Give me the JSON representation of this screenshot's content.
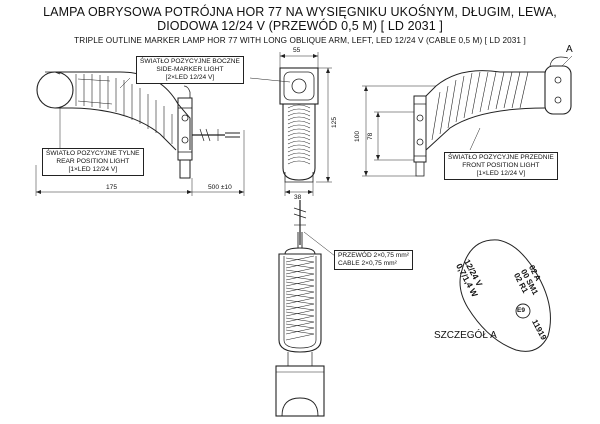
{
  "title": {
    "line1": "LAMPA OBRYSOWA POTRÓJNA HOR 77 NA WYSIĘGNIKU UKOŚNYM, DŁUGIM, LEWA,",
    "line2": "DIODOWA 12/24 V (PRZEWÓD 0,5 M) [ LD 2031 ]",
    "line3": "TRIPLE OUTLINE MARKER LAMP HOR 77 WITH LONG OBLIQUE ARM, LEFT, LED 12/24 V (CABLE 0,5 M) [ LD 2031 ]"
  },
  "labels": {
    "side_marker": [
      "ŚWIATŁO POZYCYJNE BOCZNE",
      "SIDE-MARKER LIGHT",
      "[2×LED 12/24 V]"
    ],
    "rear_position": [
      "ŚWIATŁO POZYCYJNE TYLNE",
      "REAR POSITION LIGHT",
      "[1×LED 12/24 V]"
    ],
    "front_position": [
      "ŚWIATŁO POZYCYJNE PRZEDNIE",
      "FRONT POSITION LIGHT",
      "[1×LED 12/24 V]"
    ],
    "cable": [
      "PRZEWÓD 2×0,75 mm²",
      "CABLE 2×0,75 mm²"
    ],
    "detail_marker": "A",
    "detail_caption": "SZCZEGÓŁ A"
  },
  "dimensions": {
    "d175": "175",
    "d500": "500 ±10",
    "d55": "55",
    "d38": "38",
    "d125": "125",
    "d78": "78",
    "d100": "100"
  },
  "detail_text": {
    "voltage": "12/24 V",
    "power": "0,7/1,4 W",
    "code1": "02 A",
    "code2": "00 SM1",
    "code3": "02 R1",
    "approval_mark": "E9",
    "approval_no": "11919"
  }
}
